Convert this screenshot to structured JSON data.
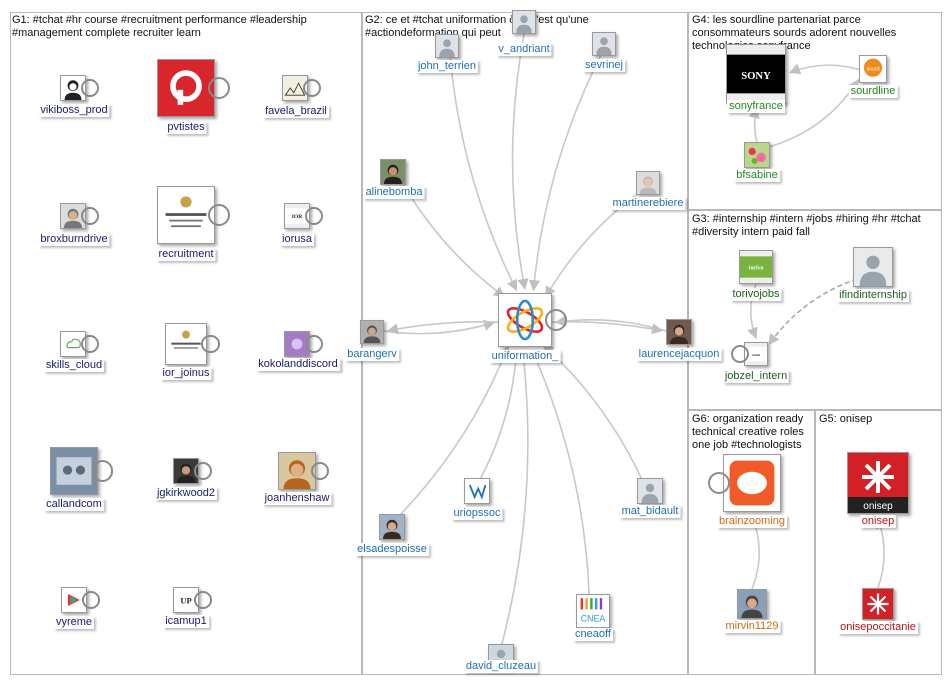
{
  "colors": {
    "g1_label": "#1a1a6e",
    "g2_label": "#1f6fb5",
    "g4_label": "#1f8a1f",
    "g3_label": "#1e5e1e",
    "g6_label": "#d26a12",
    "g5_label": "#b3141d",
    "edge": "#c8c8c8",
    "edge_dashed": "#a8a8a8"
  },
  "groups": {
    "g1": {
      "title": "G1: #tchat #hr course #recruitment performance #leadership #management complete recruiter learn"
    },
    "g2": {
      "title": "G2: ce et #tchat uniformation ðÿ qu'est qu'une #actiondeformation qui peut"
    },
    "g4": {
      "title": "G4: les sourdline partenariat parce consommateurs sourds adorent nouvelles technologies sonyfrance"
    },
    "g3": {
      "title": "G3: #internship #intern #jobs #hiring #hr #tchat #diversity intern paid fall"
    },
    "g6": {
      "title": "G6: organization ready technical creative roles one job #technologists"
    },
    "g5": {
      "title": "G5: onisep"
    }
  },
  "nodes": {
    "vikiboss_prod": "vikiboss_prod",
    "pvtistes": "pvtistes",
    "favela_brazil": "favela_brazil",
    "broxburndrive": "broxburndrive",
    "recruitment": "recruitment",
    "iorusa": "iorusa",
    "skills_cloud": "skills_cloud",
    "ior_joinus": "ior_joinus",
    "kokolanddiscord": "kokolanddiscord",
    "callandcom": "callandcom",
    "jgkirkwood2": "jgkirkwood2",
    "joanhenshaw": "joanhenshaw",
    "vyreme": "vyreme",
    "icamup1": "icamup1",
    "john_terrien": "john_terrien",
    "v_andriant": "v_andriant",
    "sevrinej": "sevrinej",
    "alinebomba": "alinebomba",
    "martinerebiere": "martinerebiere",
    "barangerv": "barangerv",
    "uniformation": "uniformation_",
    "laurencejacquon": "laurencejacquon",
    "uriopssoc": "uriopssoc",
    "mat_bidault": "mat_bidault",
    "elsadespoisse": "elsadespoisse",
    "cneaoff": "cneaoff",
    "david_cluzeau": "david_cluzeau",
    "sonyfrance": "sonyfrance",
    "sourdline": "sourdline",
    "bfsabine": "bfsabine",
    "torivojobs": "torivojobs",
    "ifindinternship": "ifindinternship",
    "jobzel_intern": "jobzel_intern",
    "brainzooming": "brainzooming",
    "mirvin1129": "mirvin1129",
    "onisep": "onisep",
    "onisepoccitanie": "onisepoccitanie"
  },
  "avatar_text": {
    "ior": "IOR",
    "sony": "SONY",
    "torivo": "torivo",
    "jobzel": "Jobzel",
    "onisep": "onisep",
    "cnea": "CNEA",
    "up": "UP"
  },
  "icons": {
    "default_profile": "person-silhouette-icon",
    "self_loop": "self-loop-icon"
  }
}
